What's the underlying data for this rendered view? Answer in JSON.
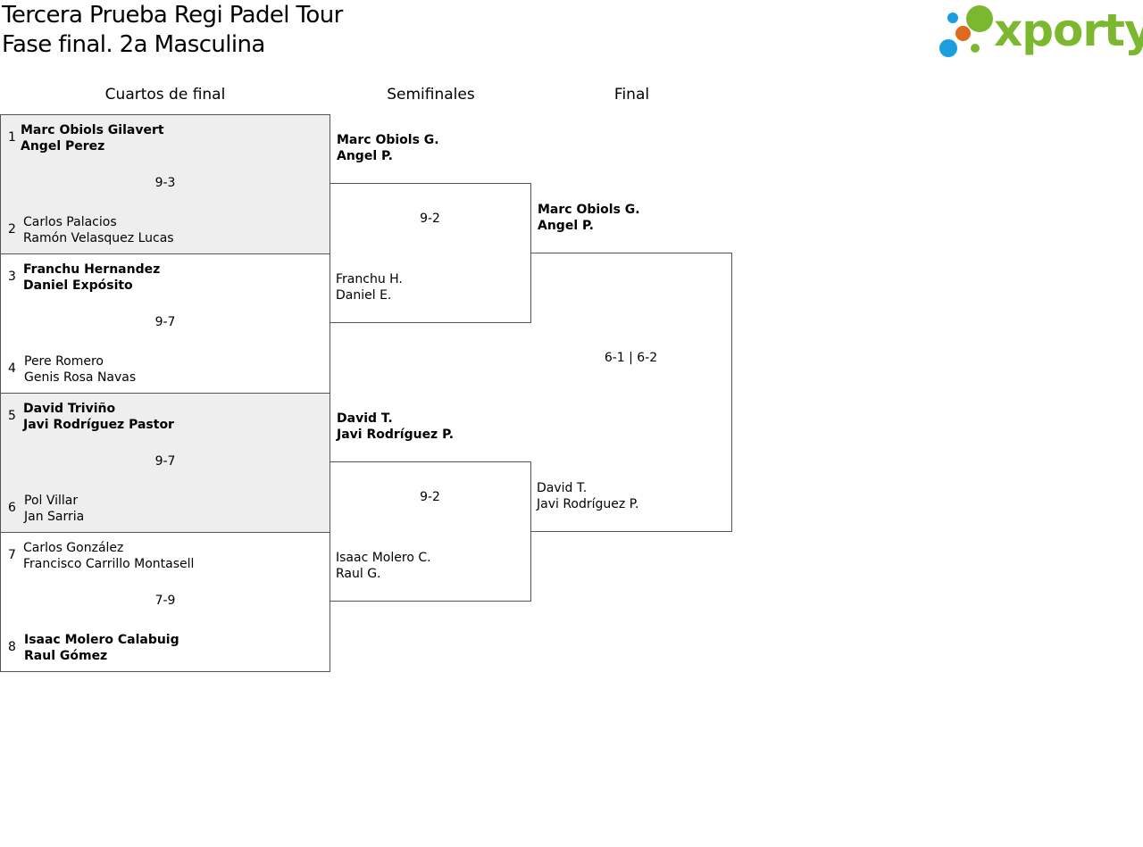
{
  "header": {
    "title_line1": "Tercera Prueba Regi Padel Tour",
    "title_line2": "Fase final. 2a Masculina"
  },
  "logo": {
    "text": "xporty",
    "colors": {
      "green": "#7cb82f",
      "orange": "#e06a1c",
      "blue": "#1a9ee0"
    }
  },
  "rounds": {
    "quarterfinals": "Cuartos de final",
    "semifinals": "Semifinales",
    "final": "Final"
  },
  "quarterfinals": [
    {
      "top": {
        "seed": "1",
        "player1": "Marc Obiols Gilavert",
        "player2": "Angel Perez"
      },
      "score": "9-3",
      "bottom": {
        "seed": "2",
        "player1": "Carlos Palacios",
        "player2": "Ramón Velasquez Lucas"
      }
    },
    {
      "top": {
        "seed": "3",
        "player1": "Franchu Hernandez",
        "player2": "Daniel Expósito"
      },
      "score": "9-7",
      "bottom": {
        "seed": "4",
        "player1": "Pere Romero",
        "player2": "Genis Rosa Navas"
      }
    },
    {
      "top": {
        "seed": "5",
        "player1": "David Triviño",
        "player2": "Javi Rodríguez Pastor"
      },
      "score": "9-7",
      "bottom": {
        "seed": "6",
        "player1": "Pol Villar",
        "player2": "Jan Sarria"
      }
    },
    {
      "top": {
        "seed": "7",
        "player1": "Carlos González",
        "player2": "Francisco Carrillo Montasell"
      },
      "score": "7-9",
      "bottom": {
        "seed": "8",
        "player1": "Isaac Molero Calabuig",
        "player2": "Raul Gómez"
      }
    }
  ],
  "semifinals": [
    {
      "top": {
        "player1": "Marc Obiols G.",
        "player2": "Angel P."
      },
      "score": "9-2",
      "bottom": {
        "player1": "Franchu H.",
        "player2": "Daniel E."
      }
    },
    {
      "top": {
        "player1": "David T.",
        "player2": "Javi Rodríguez P."
      },
      "score": "9-2",
      "bottom": {
        "player1": "Isaac Molero C.",
        "player2": "Raul G."
      }
    }
  ],
  "final": {
    "top": {
      "player1": "Marc Obiols G.",
      "player2": "Angel P."
    },
    "score": "6-1 | 6-2",
    "bottom": {
      "player1": "David T.",
      "player2": "Javi Rodríguez P."
    }
  }
}
